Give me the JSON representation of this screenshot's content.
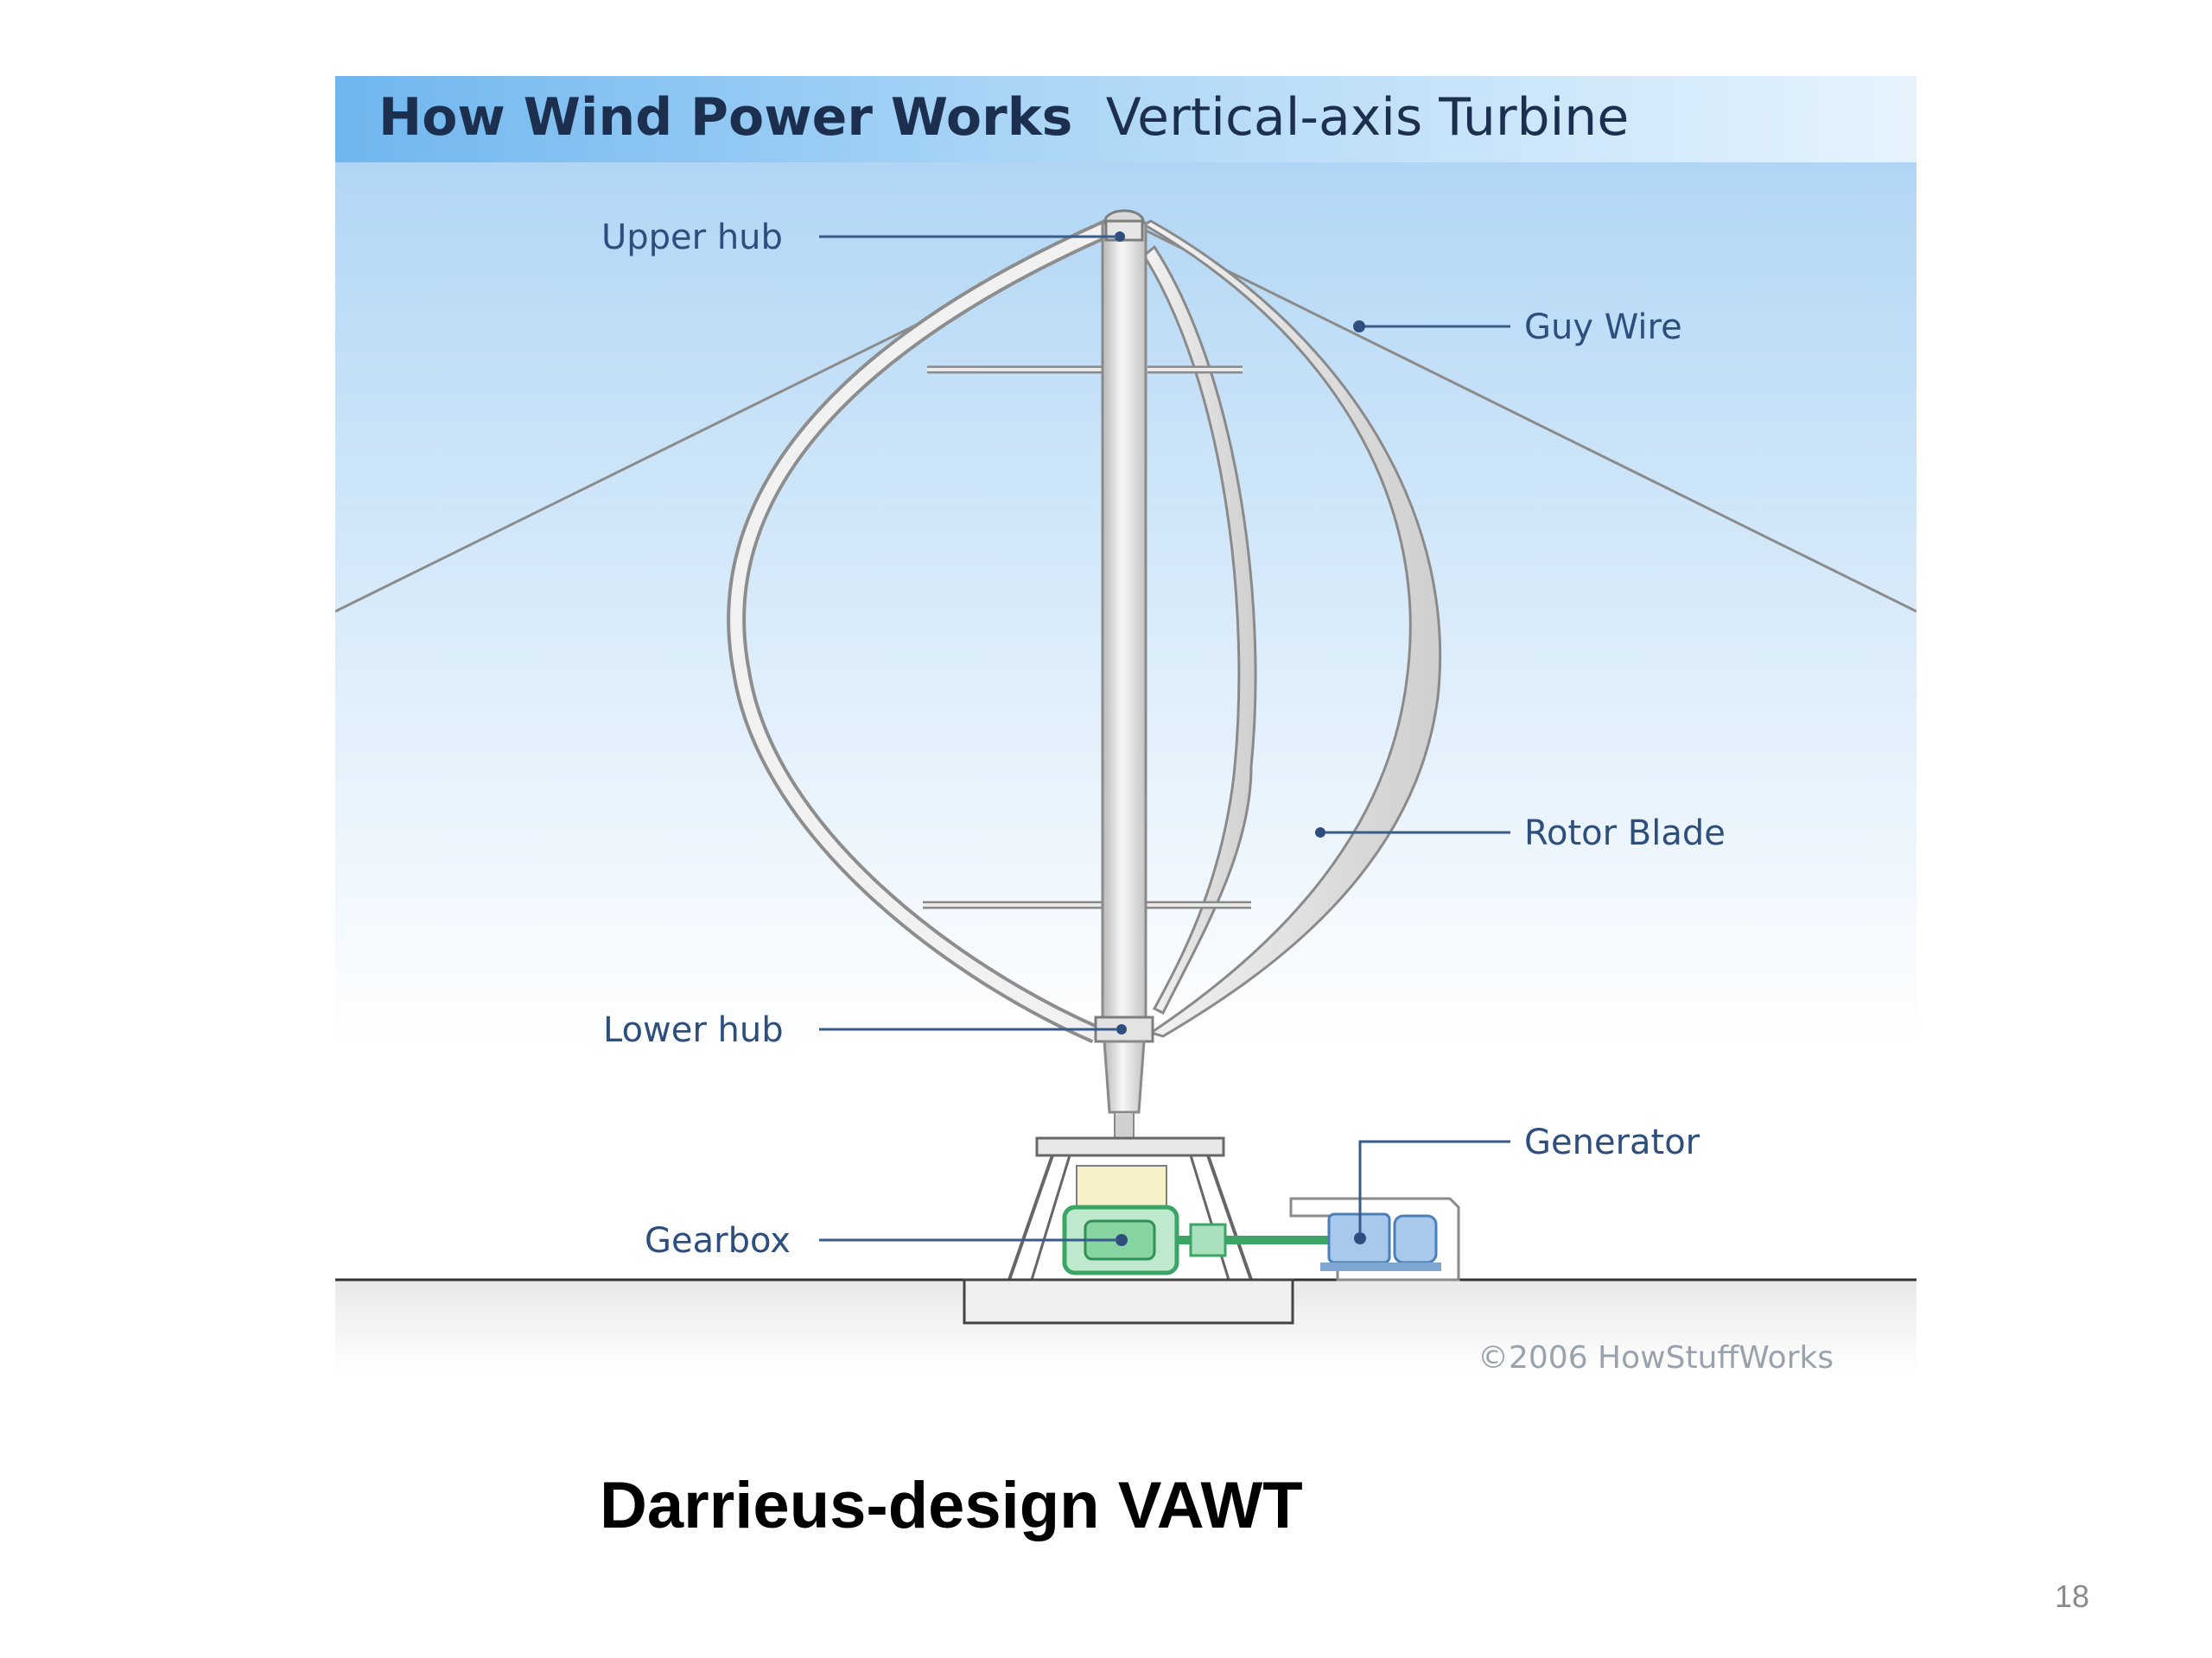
{
  "figure": {
    "header_bold": "How Wind Power Works",
    "header_regular": "Vertical-axis Turbine",
    "labels": {
      "upper_hub": "Upper hub",
      "guy_wire": "Guy Wire",
      "rotor_blade": "Rotor Blade",
      "lower_hub": "Lower hub",
      "generator": "Generator",
      "gearbox": "Gearbox"
    },
    "copyright": "©2006 HowStuffWorks"
  },
  "caption": "Darrieus-design VAWT",
  "page_number": "18",
  "colors": {
    "sky_top": "#a9d2f4",
    "sky_bottom": "#ffffff",
    "label_text": "#2e4e7e",
    "leader_line": "#3a5a8a",
    "gearbox": "#5ec58a",
    "generator": "#6a9fd6"
  }
}
